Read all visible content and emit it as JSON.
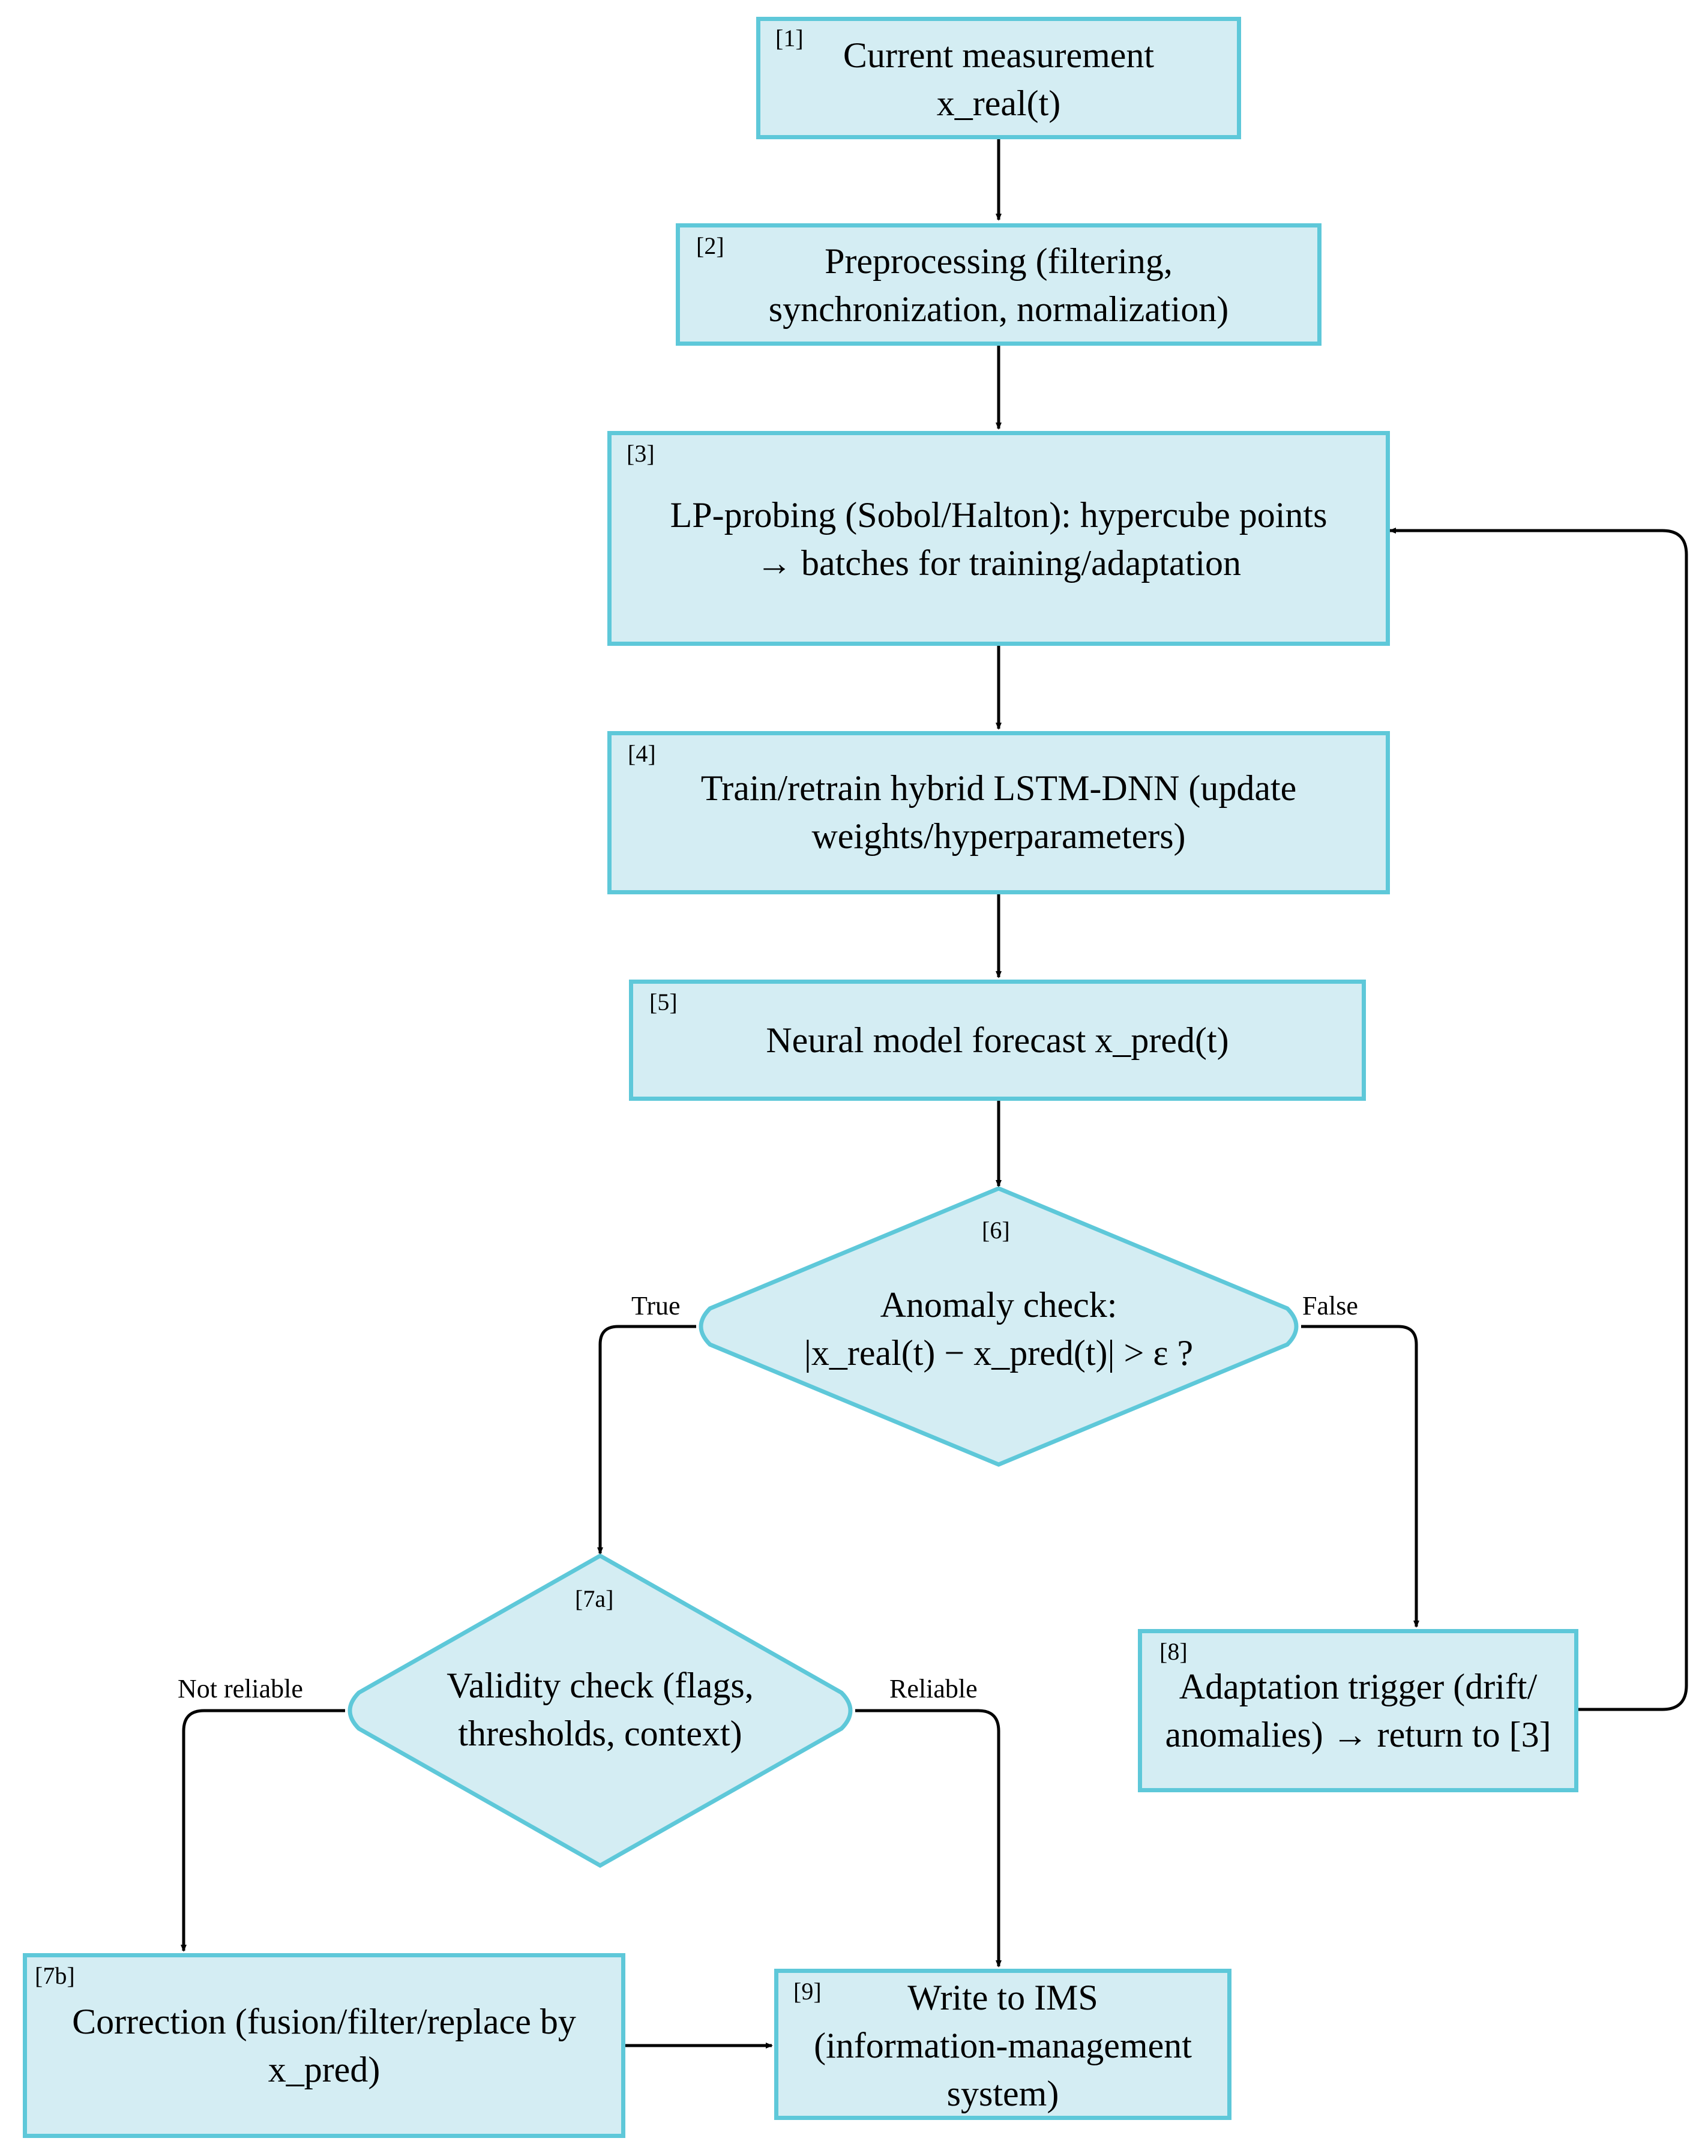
{
  "colors": {
    "node_fill": "#d4edf3",
    "node_border": "#5ec8d9",
    "arrow": "#000000"
  },
  "nodes": {
    "n1": {
      "tag": "[1]",
      "line1": "Current measurement",
      "line2": "x_real(t)"
    },
    "n2": {
      "tag": "[2]",
      "line1": "Preprocessing (filtering,",
      "line2": "synchronization, normalization)"
    },
    "n3": {
      "tag": "[3]",
      "line1": "LP-probing (Sobol/Halton): hypercube points",
      "line2": "→ batches for training/adaptation"
    },
    "n4": {
      "tag": "[4]",
      "line1": "Train/retrain hybrid LSTM-DNN (update",
      "line2": "weights/hyperparameters)"
    },
    "n5": {
      "tag": "[5]",
      "line1": "Neural model forecast x_pred(t)"
    },
    "n6": {
      "tag": "[6]",
      "line1": "Anomaly check:",
      "line2": "|x_real(t) − x_pred(t)| > ε ?"
    },
    "n7a": {
      "tag": "[7a]",
      "line1": "Validity check (flags,",
      "line2": "thresholds, context)"
    },
    "n7b": {
      "tag": "[7b]",
      "line1": "Correction (fusion/filter/replace by",
      "line2": "x_pred)"
    },
    "n8": {
      "tag": "[8]",
      "line1": "Adaptation trigger (drift/",
      "line2": "anomalies) → return to [3]"
    },
    "n9": {
      "tag": "[9]",
      "line1": "Write to IMS",
      "line2": "(information-management",
      "line3": "system)"
    }
  },
  "edges": {
    "true_label": "True",
    "false_label": "False",
    "not_reliable_label": "Not reliable",
    "reliable_label": "Reliable"
  }
}
